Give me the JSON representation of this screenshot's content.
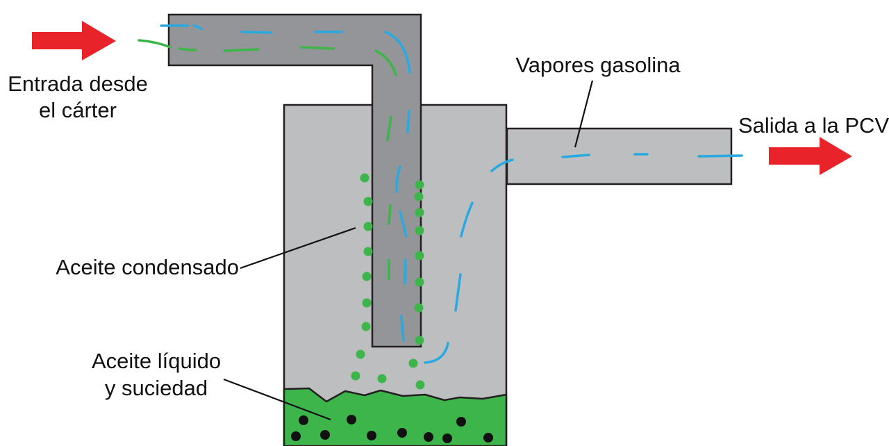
{
  "labels": {
    "inlet_line1": "Entrada desde",
    "inlet_line2": "el cárter",
    "vapors": "Vapores gasolina",
    "outlet": "Salida a la PCV",
    "condensed_oil": "Aceite condensado",
    "liquid_line1": "Aceite líquido",
    "liquid_line2": "y suciedad"
  },
  "colors": {
    "arrow": "#e8232a",
    "pipe": "#939598",
    "chamber": "#bcbec0",
    "oil": "#3db54a",
    "vapor": "#29a9e1",
    "outline": "#231f20"
  },
  "icons": {
    "inlet_arrow": "right-arrow-icon",
    "outlet_arrow": "right-arrow-icon"
  }
}
